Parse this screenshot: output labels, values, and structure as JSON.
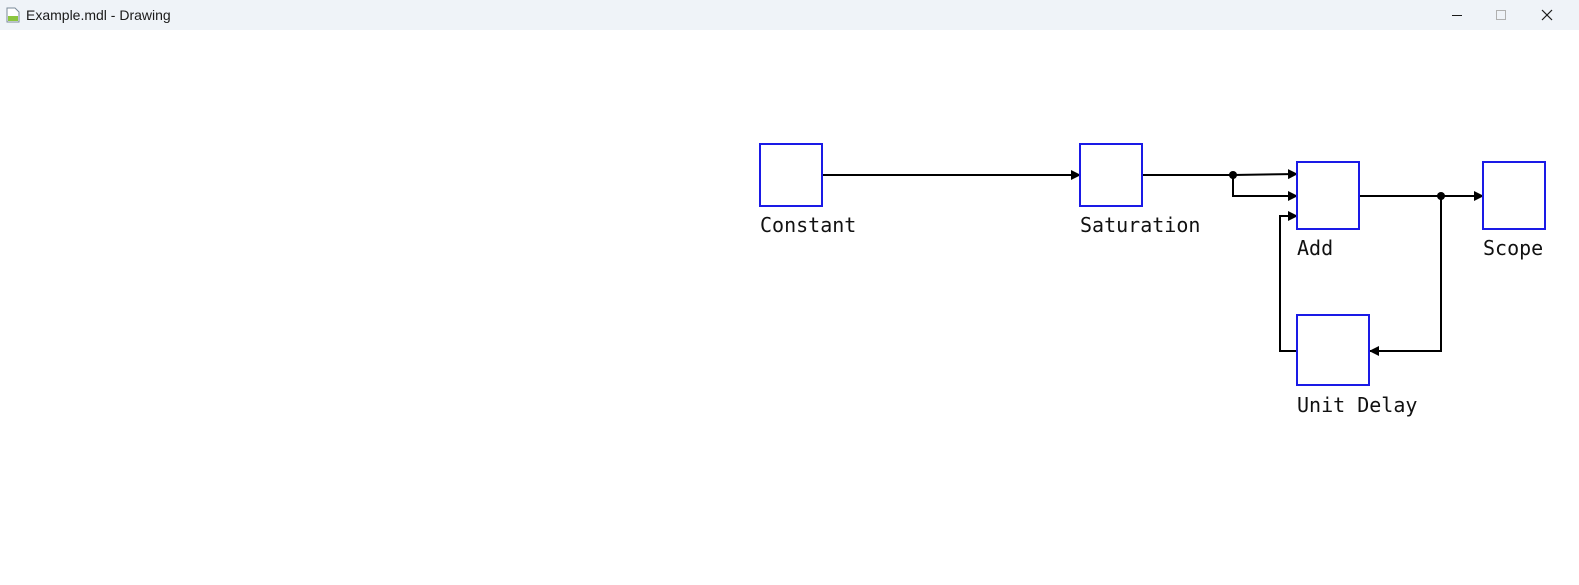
{
  "window": {
    "title": "Example.mdl - Drawing",
    "icon": "document-icon",
    "controls": {
      "minimize": "minimize-icon",
      "maximize": "maximize-icon",
      "close": "close-icon"
    }
  },
  "diagram": {
    "block_border_color": "#1a1ae6",
    "line_color": "#000000",
    "blocks": {
      "constant": "Constant",
      "saturation": "Saturation",
      "add": "Add",
      "scope": "Scope",
      "unit_delay": "Unit Delay"
    }
  }
}
